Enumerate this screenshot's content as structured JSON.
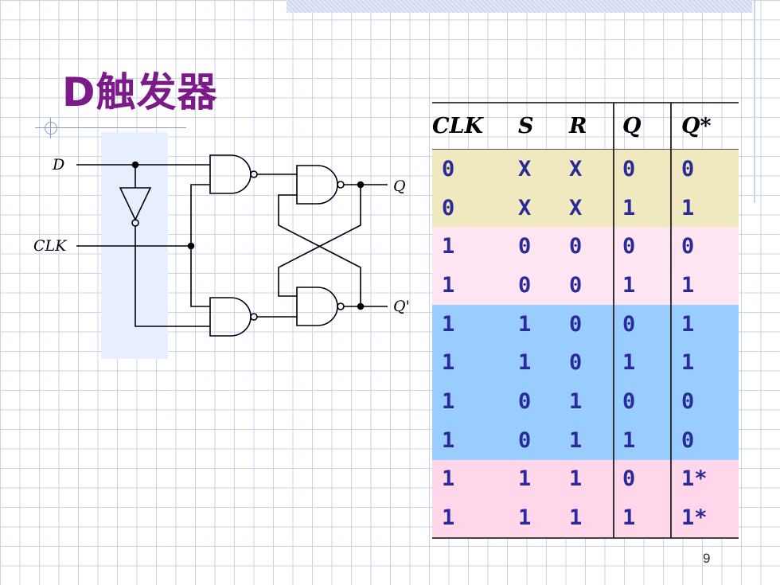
{
  "slide": {
    "title": "D触发器",
    "page_number": "9"
  },
  "circuit": {
    "input_d": "D",
    "input_clk": "CLK",
    "output_q": "Q",
    "output_qn": "Q'"
  },
  "truth_table": {
    "headers": [
      "CLK",
      "S",
      "R",
      "Q",
      "Q*"
    ],
    "rows": [
      {
        "cells": [
          "0",
          "X",
          "X",
          "0",
          "0"
        ],
        "color": "#f0e8bf"
      },
      {
        "cells": [
          "0",
          "X",
          "X",
          "1",
          "1"
        ],
        "color": "#f0e8bf"
      },
      {
        "cells": [
          "1",
          "0",
          "0",
          "0",
          "0"
        ],
        "color": "#ffe4f1"
      },
      {
        "cells": [
          "1",
          "0",
          "0",
          "1",
          "1"
        ],
        "color": "#ffe4f1"
      },
      {
        "cells": [
          "1",
          "1",
          "0",
          "0",
          "1"
        ],
        "color": "#99ccff"
      },
      {
        "cells": [
          "1",
          "1",
          "0",
          "1",
          "1"
        ],
        "color": "#99ccff"
      },
      {
        "cells": [
          "1",
          "0",
          "1",
          "0",
          "0"
        ],
        "color": "#99ccff"
      },
      {
        "cells": [
          "1",
          "0",
          "1",
          "1",
          "0"
        ],
        "color": "#99ccff"
      },
      {
        "cells": [
          "1",
          "1",
          "1",
          "0",
          "1*"
        ],
        "color": "#ffd6ea"
      },
      {
        "cells": [
          "1",
          "1",
          "1",
          "1",
          "1*"
        ],
        "color": "#ffd6ea"
      }
    ]
  },
  "colors": {
    "title": "#7b1a88",
    "table_text": "#2a2a9a"
  }
}
